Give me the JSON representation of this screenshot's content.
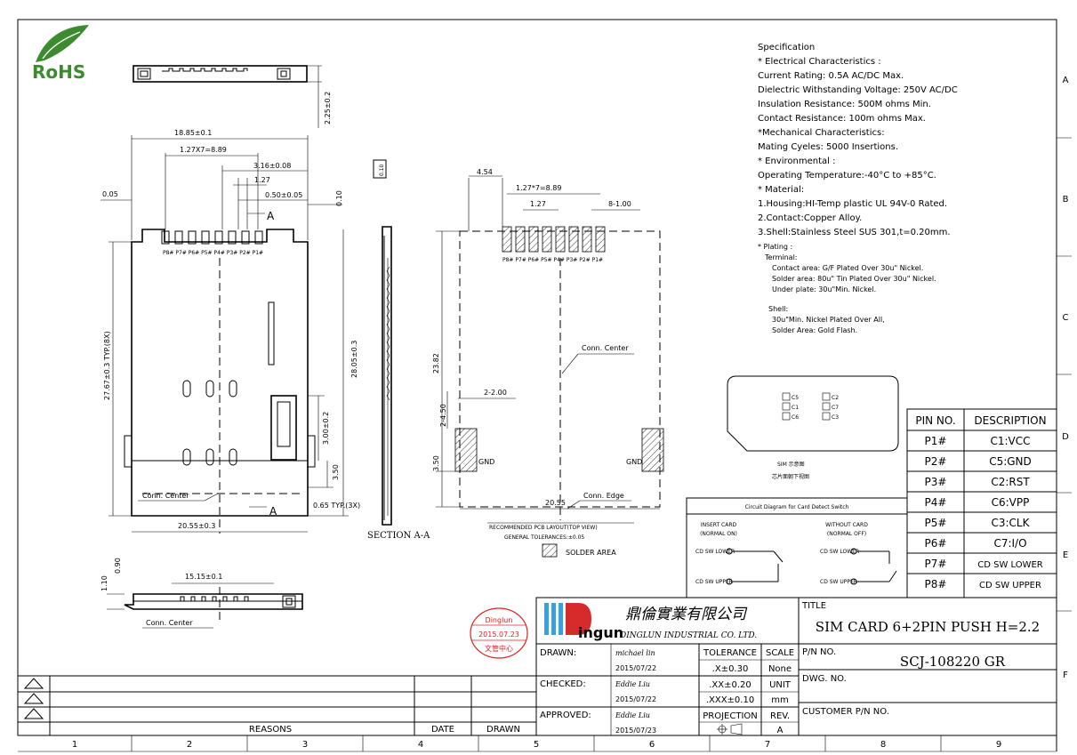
{
  "logo": {
    "rohs": "RoHS"
  },
  "spec": {
    "lines": [
      "Specification",
      "* Electrical Characteristics :",
      "Current Rating: 0.5A AC/DC Max.",
      "Dielectric Withstanding Voltage: 250V AC/DC",
      "Insulation Resistance: 500M ohms Min.",
      "Contact Resistance: 100m ohms Max.",
      "*Mechanical Characteristics:",
      "Mating Cyeles: 5000 Insertions.",
      "* Environmental :",
      "Operating Temperature:-40°C to +85°C.",
      "* Material:",
      "1.Housing:HI-Temp plastic UL 94V-0 Rated.",
      "2.Contact:Copper Alloy.",
      "3.Shell:Stainless Steel SUS 301,t=0.20mm."
    ],
    "plating": [
      "* Plating :",
      "Terminal:",
      "Contact area: G/F Plated Over 30u\" Nickel.",
      "Solder area: 80u\" Tin Plated Over 30u\" Nickel.",
      "Under plate: 30u\"Min. Nickel.",
      "Shell:",
      "30u\"Min. Nickel Plated Over All,",
      "Solder Area: Gold Flash."
    ]
  },
  "pin_table": {
    "headers": [
      "PIN NO.",
      "DESCRIPTION"
    ],
    "rows": [
      [
        "P1#",
        "C1:VCC"
      ],
      [
        "P2#",
        "C5:GND"
      ],
      [
        "P3#",
        "C2:RST"
      ],
      [
        "P4#",
        "C6:VPP"
      ],
      [
        "P5#",
        "C3:CLK"
      ],
      [
        "P6#",
        "C7:I/O"
      ],
      [
        "P7#",
        "CD SW LOWER"
      ],
      [
        "P8#",
        "CD SW UPPER"
      ]
    ]
  },
  "dims_left": {
    "d1": "18.85±0.1",
    "d2": "1.27X7=8.89",
    "d3": "3.16±0.08",
    "d4": "1.27",
    "d5": "0.50±0.05",
    "d6": "0.05",
    "d7": "0.10",
    "d8": "2.25±0.2",
    "d9": "27.67±0.3 TYP.(8X)",
    "d10": "28.05±0.3",
    "d11": "3.00±0.2",
    "d12": "3.50",
    "d13": "0.65 TYP.(3X)",
    "d14": "20.55±0.3",
    "d15": "15.15±0.1",
    "d16": "1.10",
    "d17": "0.90",
    "conn_center": "Conn. Center",
    "label_a": "A",
    "pins": "P8# P7# P6# P5# P4# P3# P2# P1#"
  },
  "section": {
    "label": "SECTION A-A",
    "flat": "0.10"
  },
  "pcb": {
    "d1": "4.54",
    "d2": "1.27*7=8.89",
    "d3": "1.27",
    "d4": "8-1.00",
    "d5": "23.82",
    "d6": "2-4.50",
    "d7": "2-2.00",
    "d8": "3.50",
    "d9": "20.55",
    "gnd": "GND",
    "conn_center": "Conn. Center",
    "conn_edge": "Conn. Edge",
    "caption1": "RECOMMENDED PCB LAYOUT(TOP VIEW)",
    "caption2": "GENERAL TOLERANCES:±0.05",
    "solder": "SOLDER AREA",
    "pins": "P8# P7# P6# P5# P4# P3# P2# P1#"
  },
  "sim": {
    "caption1": "SIM 示意图",
    "caption2": "芯片面朝下视图",
    "contacts": [
      "C5",
      "C1",
      "C6",
      "C2",
      "C7",
      "C3"
    ]
  },
  "switch": {
    "title": "Circuit Diagram for Card Detect Switch",
    "insert": "INSERT CARD",
    "normal_on": "(NORMAL ON)",
    "without": "WITHOUT CARD",
    "normal_off": "(NORMAL OFF)",
    "lower": "CD SW LOWER",
    "upper": "CD SW UPPER"
  },
  "stamp": {
    "line1": "Dinglun",
    "line2": "2015.07.23",
    "line3": "文管中心"
  },
  "company": {
    "logo_word": "ingun",
    "cn_name": "鼎倫實業有限公司",
    "en_name": "DINGLUN INDUSTRIAL CO. LTD."
  },
  "title_block": {
    "drawn_label": "DRAWN:",
    "drawn_by": "michael lin",
    "drawn_date": "2015/07/22",
    "checked_label": "CHECKED:",
    "checked_by": "Eddie Liu",
    "checked_date": "2015/07/22",
    "approved_label": "APPROVED:",
    "approved_by": "Eddie Liu",
    "approved_date": "2015/07/23",
    "tol_label": "TOLERANCE",
    "tol1": ".X±0.30",
    "tol2": ".XX±0.20",
    "tol3": ".XXX±0.10",
    "scale_label": "SCALE",
    "scale": "None",
    "unit_label": "UNIT",
    "unit": "mm",
    "proj_label": "PROJECTION",
    "rev_label": "REV.",
    "rev": "A",
    "title_label": "TITLE",
    "title": "SIM CARD 6+2PIN PUSH H=2.2",
    "pn_label": "P/N NO.",
    "pn": "SCJ-108220 GR",
    "dwg_label": "DWG. NO.",
    "cust_label": "CUSTOMER P/N NO."
  },
  "revision": {
    "reasons": "REASONS",
    "date": "DATE",
    "drawn": "DRAWN"
  },
  "grid": {
    "cols": [
      "1",
      "2",
      "3",
      "4",
      "5",
      "6",
      "7",
      "8",
      "9"
    ],
    "rows": [
      "A",
      "B",
      "C",
      "D",
      "E",
      "F"
    ]
  }
}
